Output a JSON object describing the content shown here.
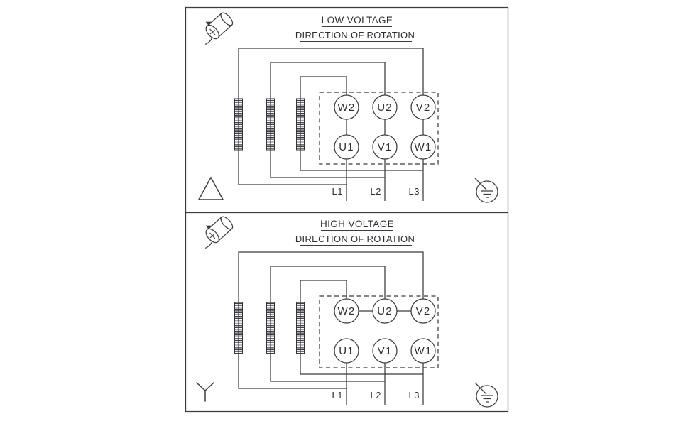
{
  "diagram": {
    "type": "motor-terminal-wiring-label",
    "colors": {
      "line": "#3b3b42",
      "text": "#2e2e35",
      "background": "#ffffff"
    },
    "panels": [
      {
        "title": "LOW VOLTAGE",
        "subtitle": "DIRECTION OF ROTATION",
        "connection": "delta",
        "terminals_top": [
          "W2",
          "U2",
          "V2"
        ],
        "terminals_bottom": [
          "U1",
          "V1",
          "W1"
        ],
        "supply": [
          "L1",
          "L2",
          "L3"
        ]
      },
      {
        "title": "HIGH VOLTAGE",
        "subtitle": "DIRECTION OF ROTATION",
        "connection": "star",
        "terminals_top": [
          "W2",
          "U2",
          "V2"
        ],
        "terminals_bottom": [
          "U1",
          "V1",
          "W1"
        ],
        "supply": [
          "L1",
          "L2",
          "L3"
        ]
      }
    ]
  }
}
